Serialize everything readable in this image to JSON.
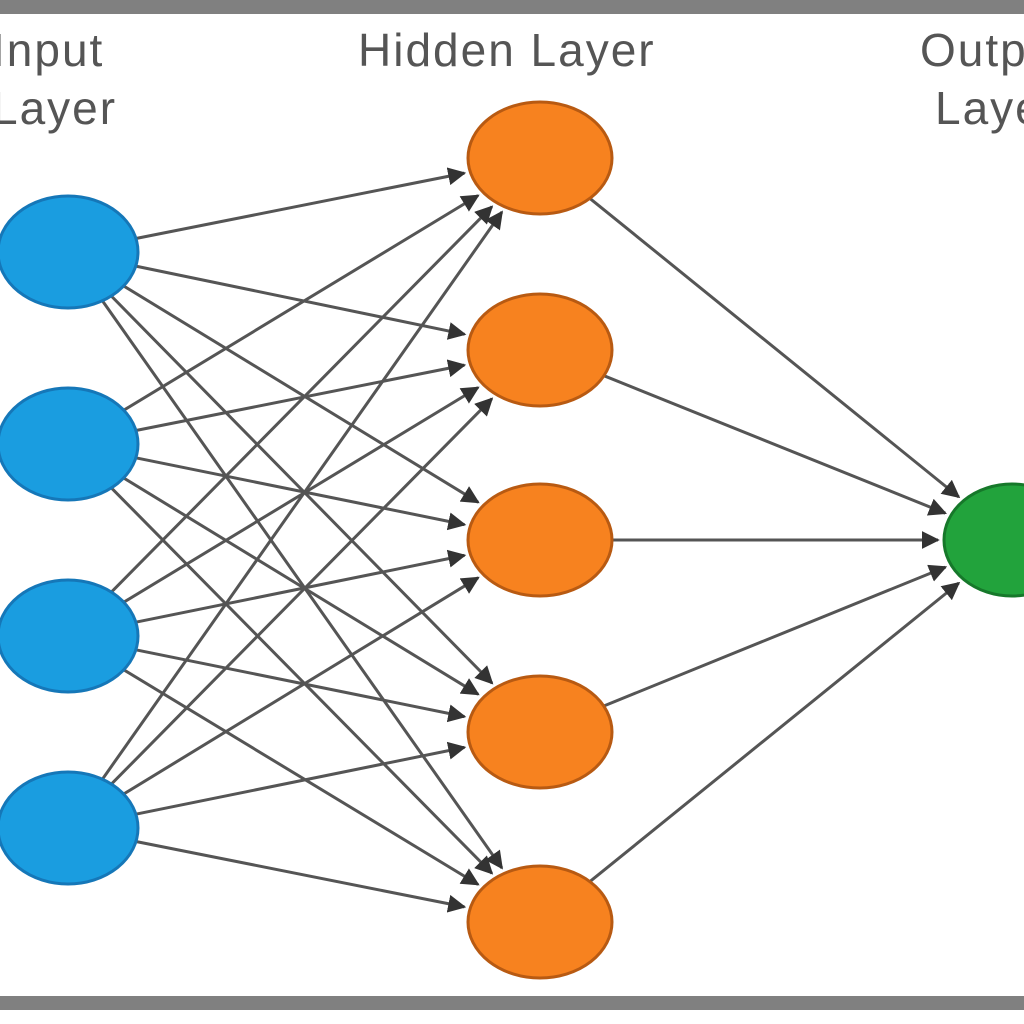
{
  "diagram": {
    "type": "neural-network",
    "labels": {
      "input": [
        "Input",
        "Layer"
      ],
      "hidden": [
        "Hidden Layer"
      ],
      "output": [
        "Output",
        "Layer"
      ]
    },
    "layers": [
      {
        "id": "input",
        "nodes": 4
      },
      {
        "id": "hidden",
        "nodes": 5
      },
      {
        "id": "output",
        "nodes": 1
      }
    ],
    "connections": "fully-connected-with-arrows",
    "colors": {
      "input_fill": "#1a9de0",
      "input_stroke": "#1577b8",
      "hidden_fill": "#f7821f",
      "hidden_stroke": "#b85a12",
      "output_fill": "#22a33c",
      "output_stroke": "#16782a",
      "edge": "#555555",
      "border": "#808080",
      "label": "#555555"
    }
  }
}
